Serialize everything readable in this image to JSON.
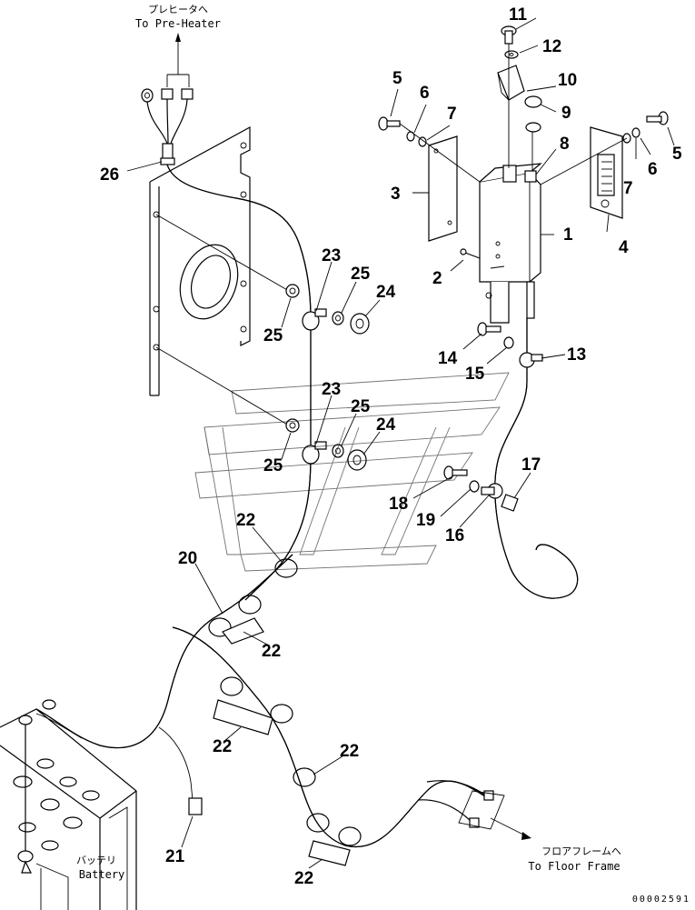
{
  "notes": {
    "pre_heater_jp": "プレヒータへ",
    "pre_heater_en": "To Pre-Heater",
    "floor_frame_jp": "フロアフレームへ",
    "floor_frame_en": "To Floor Frame",
    "battery_jp": "バッテリ",
    "battery_en": "Battery"
  },
  "drawing_number": "00002591",
  "callouts": [
    {
      "id": "c11",
      "label": "11"
    },
    {
      "id": "c12",
      "label": "12"
    },
    {
      "id": "c10",
      "label": "10"
    },
    {
      "id": "c9",
      "label": "9"
    },
    {
      "id": "c8",
      "label": "8"
    },
    {
      "id": "c5a",
      "label": "5"
    },
    {
      "id": "c6a",
      "label": "6"
    },
    {
      "id": "c7a",
      "label": "7"
    },
    {
      "id": "c3",
      "label": "3"
    },
    {
      "id": "c1",
      "label": "1"
    },
    {
      "id": "c2",
      "label": "2"
    },
    {
      "id": "c5b",
      "label": "5"
    },
    {
      "id": "c6b",
      "label": "6"
    },
    {
      "id": "c7b",
      "label": "7"
    },
    {
      "id": "c4",
      "label": "4"
    },
    {
      "id": "c26",
      "label": "26"
    },
    {
      "id": "c23a",
      "label": "23"
    },
    {
      "id": "c25a",
      "label": "25"
    },
    {
      "id": "c24a",
      "label": "24"
    },
    {
      "id": "c25b",
      "label": "25"
    },
    {
      "id": "c14",
      "label": "14"
    },
    {
      "id": "c15",
      "label": "15"
    },
    {
      "id": "c13",
      "label": "13"
    },
    {
      "id": "c23b",
      "label": "23"
    },
    {
      "id": "c25c",
      "label": "25"
    },
    {
      "id": "c24b",
      "label": "24"
    },
    {
      "id": "c25d",
      "label": "25"
    },
    {
      "id": "c17",
      "label": "17"
    },
    {
      "id": "c18",
      "label": "18"
    },
    {
      "id": "c19",
      "label": "19"
    },
    {
      "id": "c16",
      "label": "16"
    },
    {
      "id": "c22a",
      "label": "22"
    },
    {
      "id": "c20",
      "label": "20"
    },
    {
      "id": "c22b",
      "label": "22"
    },
    {
      "id": "c22c",
      "label": "22"
    },
    {
      "id": "c22d",
      "label": "22"
    },
    {
      "id": "c21",
      "label": "21"
    },
    {
      "id": "c22e",
      "label": "22"
    }
  ]
}
